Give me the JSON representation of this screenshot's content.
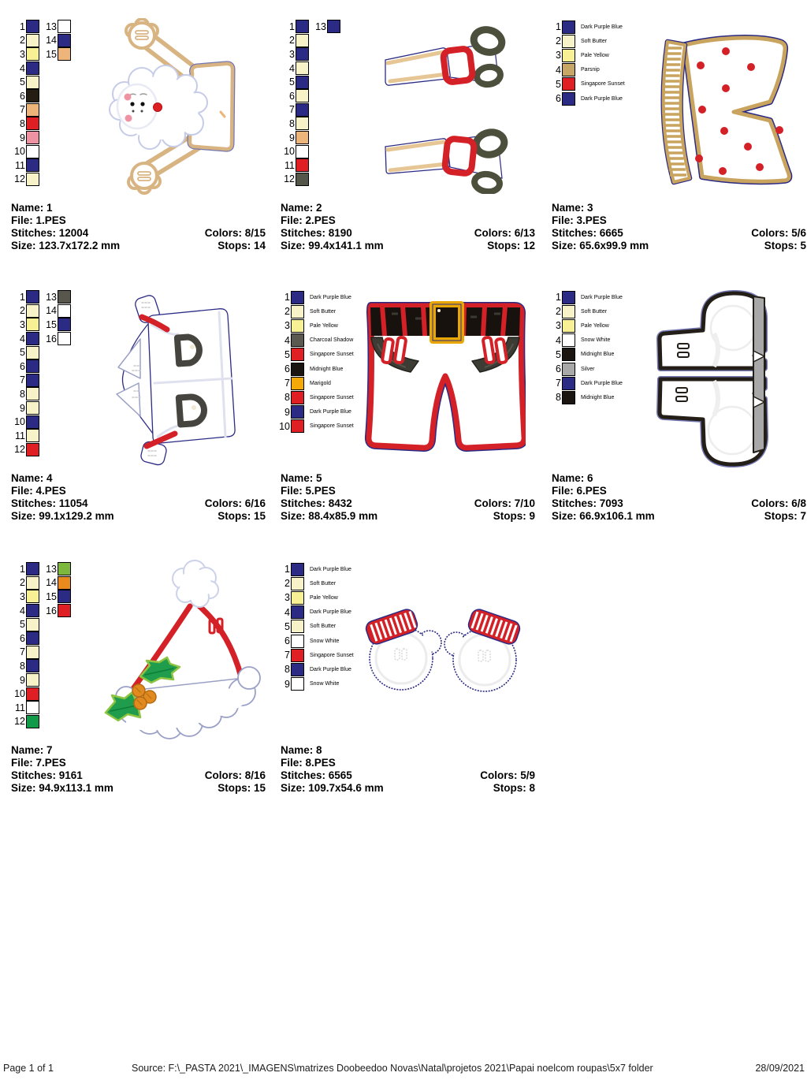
{
  "labels": {
    "name": "Name",
    "file": "File",
    "stitches": "Stitches",
    "colors": "Colors",
    "size": "Size",
    "stops": "Stops"
  },
  "footer": {
    "page": "Page 1 of 1",
    "source": "Source: F:\\_PASTA 2021\\_IMAGENS\\matrizes Doobeedoo Novas\\Natal\\projetos 2021\\Papai noelcom roupas\\5x7 folder",
    "date": "28/09/2021"
  },
  "thread_colors": {
    "navy": "#2b2b85",
    "cream": "#f7f2c8",
    "paleYellow": "#f8f094",
    "black": "#251c12",
    "peach": "#edb579",
    "red": "#e01f24",
    "pink": "#ef93a3",
    "white": "#ffffff",
    "olive": "#54564a",
    "darkGray": "#59564e",
    "charcoal": "#5c5a50",
    "midnight": "#1b1512",
    "marigold": "#f4a908",
    "parsnip": "#c8a766",
    "silver": "#a8a8a8",
    "green": "#119a48",
    "lightGreen": "#7db73c",
    "orange": "#e88a1d"
  },
  "designs": [
    {
      "lines": {
        "name": "Name: 1",
        "file": "File: 1.PES",
        "stitches": "Stitches: 12004",
        "colors": "Colors: 8/15",
        "size": "Size: 123.7x172.2 mm",
        "stops": "Stops: 14"
      },
      "palette_named": false,
      "palette": [
        {
          "n": 1,
          "c": "navy"
        },
        {
          "n": 2,
          "c": "cream"
        },
        {
          "n": 3,
          "c": "paleYellow"
        },
        {
          "n": 4,
          "c": "navy"
        },
        {
          "n": 5,
          "c": "cream"
        },
        {
          "n": 6,
          "c": "black"
        },
        {
          "n": 7,
          "c": "peach"
        },
        {
          "n": 8,
          "c": "red"
        },
        {
          "n": 9,
          "c": "pink"
        },
        {
          "n": 10,
          "c": "white"
        },
        {
          "n": 11,
          "c": "navy"
        },
        {
          "n": 12,
          "c": "cream"
        },
        {
          "n": 13,
          "c": "white"
        },
        {
          "n": 14,
          "c": "navy"
        },
        {
          "n": 15,
          "c": "peach"
        }
      ]
    },
    {
      "lines": {
        "name": "Name: 2",
        "file": "File: 2.PES",
        "stitches": "Stitches: 8190",
        "colors": "Colors: 6/13",
        "size": "Size: 99.4x141.1 mm",
        "stops": "Stops: 12"
      },
      "palette_named": false,
      "palette": [
        {
          "n": 1,
          "c": "navy"
        },
        {
          "n": 2,
          "c": "cream"
        },
        {
          "n": 3,
          "c": "navy"
        },
        {
          "n": 4,
          "c": "cream"
        },
        {
          "n": 5,
          "c": "navy"
        },
        {
          "n": 6,
          "c": "cream"
        },
        {
          "n": 7,
          "c": "navy"
        },
        {
          "n": 8,
          "c": "cream"
        },
        {
          "n": 9,
          "c": "peach"
        },
        {
          "n": 10,
          "c": "white"
        },
        {
          "n": 11,
          "c": "red"
        },
        {
          "n": 12,
          "c": "olive"
        },
        {
          "n": 13,
          "c": "navy"
        }
      ]
    },
    {
      "lines": {
        "name": "Name: 3",
        "file": "File: 3.PES",
        "stitches": "Stitches: 6665",
        "colors": "Colors: 5/6",
        "size": "Size: 65.6x99.9 mm",
        "stops": "Stops: 5"
      },
      "palette_named": true,
      "palette": [
        {
          "n": 1,
          "c": "navy",
          "label": "Dark Purple Blue"
        },
        {
          "n": 2,
          "c": "cream",
          "label": "Soft Butter"
        },
        {
          "n": 3,
          "c": "paleYellow",
          "label": "Pale Yellow"
        },
        {
          "n": 4,
          "c": "parsnip",
          "label": "Parsnip"
        },
        {
          "n": 5,
          "c": "red",
          "label": "Singapore Sunset"
        },
        {
          "n": 6,
          "c": "navy",
          "label": "Dark Purple Blue"
        }
      ]
    },
    {
      "lines": {
        "name": "Name: 4",
        "file": "File: 4.PES",
        "stitches": "Stitches: 11054",
        "colors": "Colors: 6/16",
        "size": "Size: 99.1x129.2 mm",
        "stops": "Stops: 15"
      },
      "palette_named": false,
      "palette": [
        {
          "n": 1,
          "c": "navy"
        },
        {
          "n": 2,
          "c": "cream"
        },
        {
          "n": 3,
          "c": "paleYellow"
        },
        {
          "n": 4,
          "c": "navy"
        },
        {
          "n": 5,
          "c": "cream"
        },
        {
          "n": 6,
          "c": "navy"
        },
        {
          "n": 7,
          "c": "navy"
        },
        {
          "n": 8,
          "c": "cream"
        },
        {
          "n": 9,
          "c": "cream"
        },
        {
          "n": 10,
          "c": "navy"
        },
        {
          "n": 11,
          "c": "cream"
        },
        {
          "n": 12,
          "c": "red"
        },
        {
          "n": 13,
          "c": "darkGray"
        },
        {
          "n": 14,
          "c": "white"
        },
        {
          "n": 15,
          "c": "navy"
        },
        {
          "n": 16,
          "c": "white"
        }
      ]
    },
    {
      "lines": {
        "name": "Name: 5",
        "file": "File: 5.PES",
        "stitches": "Stitches: 8432",
        "colors": "Colors: 7/10",
        "size": "Size: 88.4x85.9 mm",
        "stops": "Stops: 9"
      },
      "palette_named": true,
      "palette": [
        {
          "n": 1,
          "c": "navy",
          "label": "Dark Purple Blue"
        },
        {
          "n": 2,
          "c": "cream",
          "label": "Soft Butter"
        },
        {
          "n": 3,
          "c": "paleYellow",
          "label": "Pale Yellow"
        },
        {
          "n": 4,
          "c": "charcoal",
          "label": "Charcoal Shadow"
        },
        {
          "n": 5,
          "c": "red",
          "label": "Singapore Sunset"
        },
        {
          "n": 6,
          "c": "midnight",
          "label": "Midnight Blue"
        },
        {
          "n": 7,
          "c": "marigold",
          "label": "Marigold"
        },
        {
          "n": 8,
          "c": "red",
          "label": "Singapore Sunset"
        },
        {
          "n": 9,
          "c": "navy",
          "label": "Dark Purple Blue"
        },
        {
          "n": 10,
          "c": "red",
          "label": "Singapore Sunset"
        }
      ]
    },
    {
      "lines": {
        "name": "Name: 6",
        "file": "File: 6.PES",
        "stitches": "Stitches: 7093",
        "colors": "Colors: 6/8",
        "size": "Size: 66.9x106.1 mm",
        "stops": "Stops: 7"
      },
      "palette_named": true,
      "palette": [
        {
          "n": 1,
          "c": "navy",
          "label": "Dark Purple Blue"
        },
        {
          "n": 2,
          "c": "cream",
          "label": "Soft Butter"
        },
        {
          "n": 3,
          "c": "paleYellow",
          "label": "Pale Yellow"
        },
        {
          "n": 4,
          "c": "white",
          "label": "Snow White"
        },
        {
          "n": 5,
          "c": "midnight",
          "label": "Midnight Blue"
        },
        {
          "n": 6,
          "c": "silver",
          "label": "Silver"
        },
        {
          "n": 7,
          "c": "navy",
          "label": "Dark Purple Blue"
        },
        {
          "n": 8,
          "c": "midnight",
          "label": "Midnight Blue"
        }
      ]
    },
    {
      "lines": {
        "name": "Name: 7",
        "file": "File: 7.PES",
        "stitches": "Stitches: 9161",
        "colors": "Colors: 8/16",
        "size": "Size: 94.9x113.1 mm",
        "stops": "Stops: 15"
      },
      "palette_named": false,
      "palette": [
        {
          "n": 1,
          "c": "navy"
        },
        {
          "n": 2,
          "c": "cream"
        },
        {
          "n": 3,
          "c": "paleYellow"
        },
        {
          "n": 4,
          "c": "navy"
        },
        {
          "n": 5,
          "c": "cream"
        },
        {
          "n": 6,
          "c": "navy"
        },
        {
          "n": 7,
          "c": "cream"
        },
        {
          "n": 8,
          "c": "navy"
        },
        {
          "n": 9,
          "c": "cream"
        },
        {
          "n": 10,
          "c": "red"
        },
        {
          "n": 11,
          "c": "white"
        },
        {
          "n": 12,
          "c": "green"
        },
        {
          "n": 13,
          "c": "lightGreen"
        },
        {
          "n": 14,
          "c": "orange"
        },
        {
          "n": 15,
          "c": "navy"
        },
        {
          "n": 16,
          "c": "red"
        }
      ]
    },
    {
      "lines": {
        "name": "Name: 8",
        "file": "File: 8.PES",
        "stitches": "Stitches: 6565",
        "colors": "Colors: 5/9",
        "size": "Size: 109.7x54.6 mm",
        "stops": "Stops: 8"
      },
      "palette_named": true,
      "palette": [
        {
          "n": 1,
          "c": "navy",
          "label": "Dark Purple Blue"
        },
        {
          "n": 2,
          "c": "cream",
          "label": "Soft Butter"
        },
        {
          "n": 3,
          "c": "paleYellow",
          "label": "Pale Yellow"
        },
        {
          "n": 4,
          "c": "navy",
          "label": "Dark Purple Blue"
        },
        {
          "n": 5,
          "c": "cream",
          "label": "Soft Butter"
        },
        {
          "n": 6,
          "c": "white",
          "label": "Snow White"
        },
        {
          "n": 7,
          "c": "red",
          "label": "Singapore Sunset"
        },
        {
          "n": 8,
          "c": "navy",
          "label": "Dark Purple Blue"
        },
        {
          "n": 9,
          "c": "white",
          "label": "Snow White"
        }
      ]
    }
  ]
}
